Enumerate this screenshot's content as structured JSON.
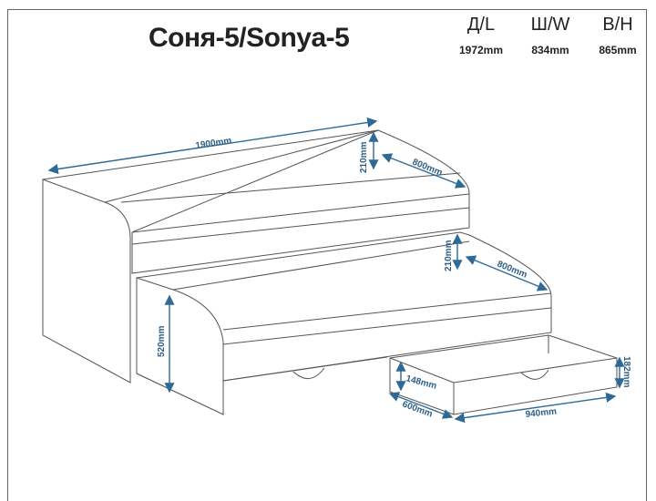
{
  "title": "Соня-5/Sonya-5",
  "specs": [
    {
      "label": "Д/L",
      "value": "1972mm"
    },
    {
      "label": "Ш/W",
      "value": "834mm"
    },
    {
      "label": "В/Н",
      "value": "865mm"
    }
  ],
  "dimensions": {
    "length": "1900mm",
    "upper_side_height": "210mm",
    "upper_width": "800mm",
    "lower_side_height": "210mm",
    "lower_width": "800mm",
    "lower_height": "520mm",
    "drawer_inner_height": "148mm",
    "drawer_depth": "600mm",
    "drawer_length": "940mm",
    "drawer_height": "182mm"
  },
  "colors": {
    "dimension": "#2f6a96",
    "outline": "#555555"
  }
}
